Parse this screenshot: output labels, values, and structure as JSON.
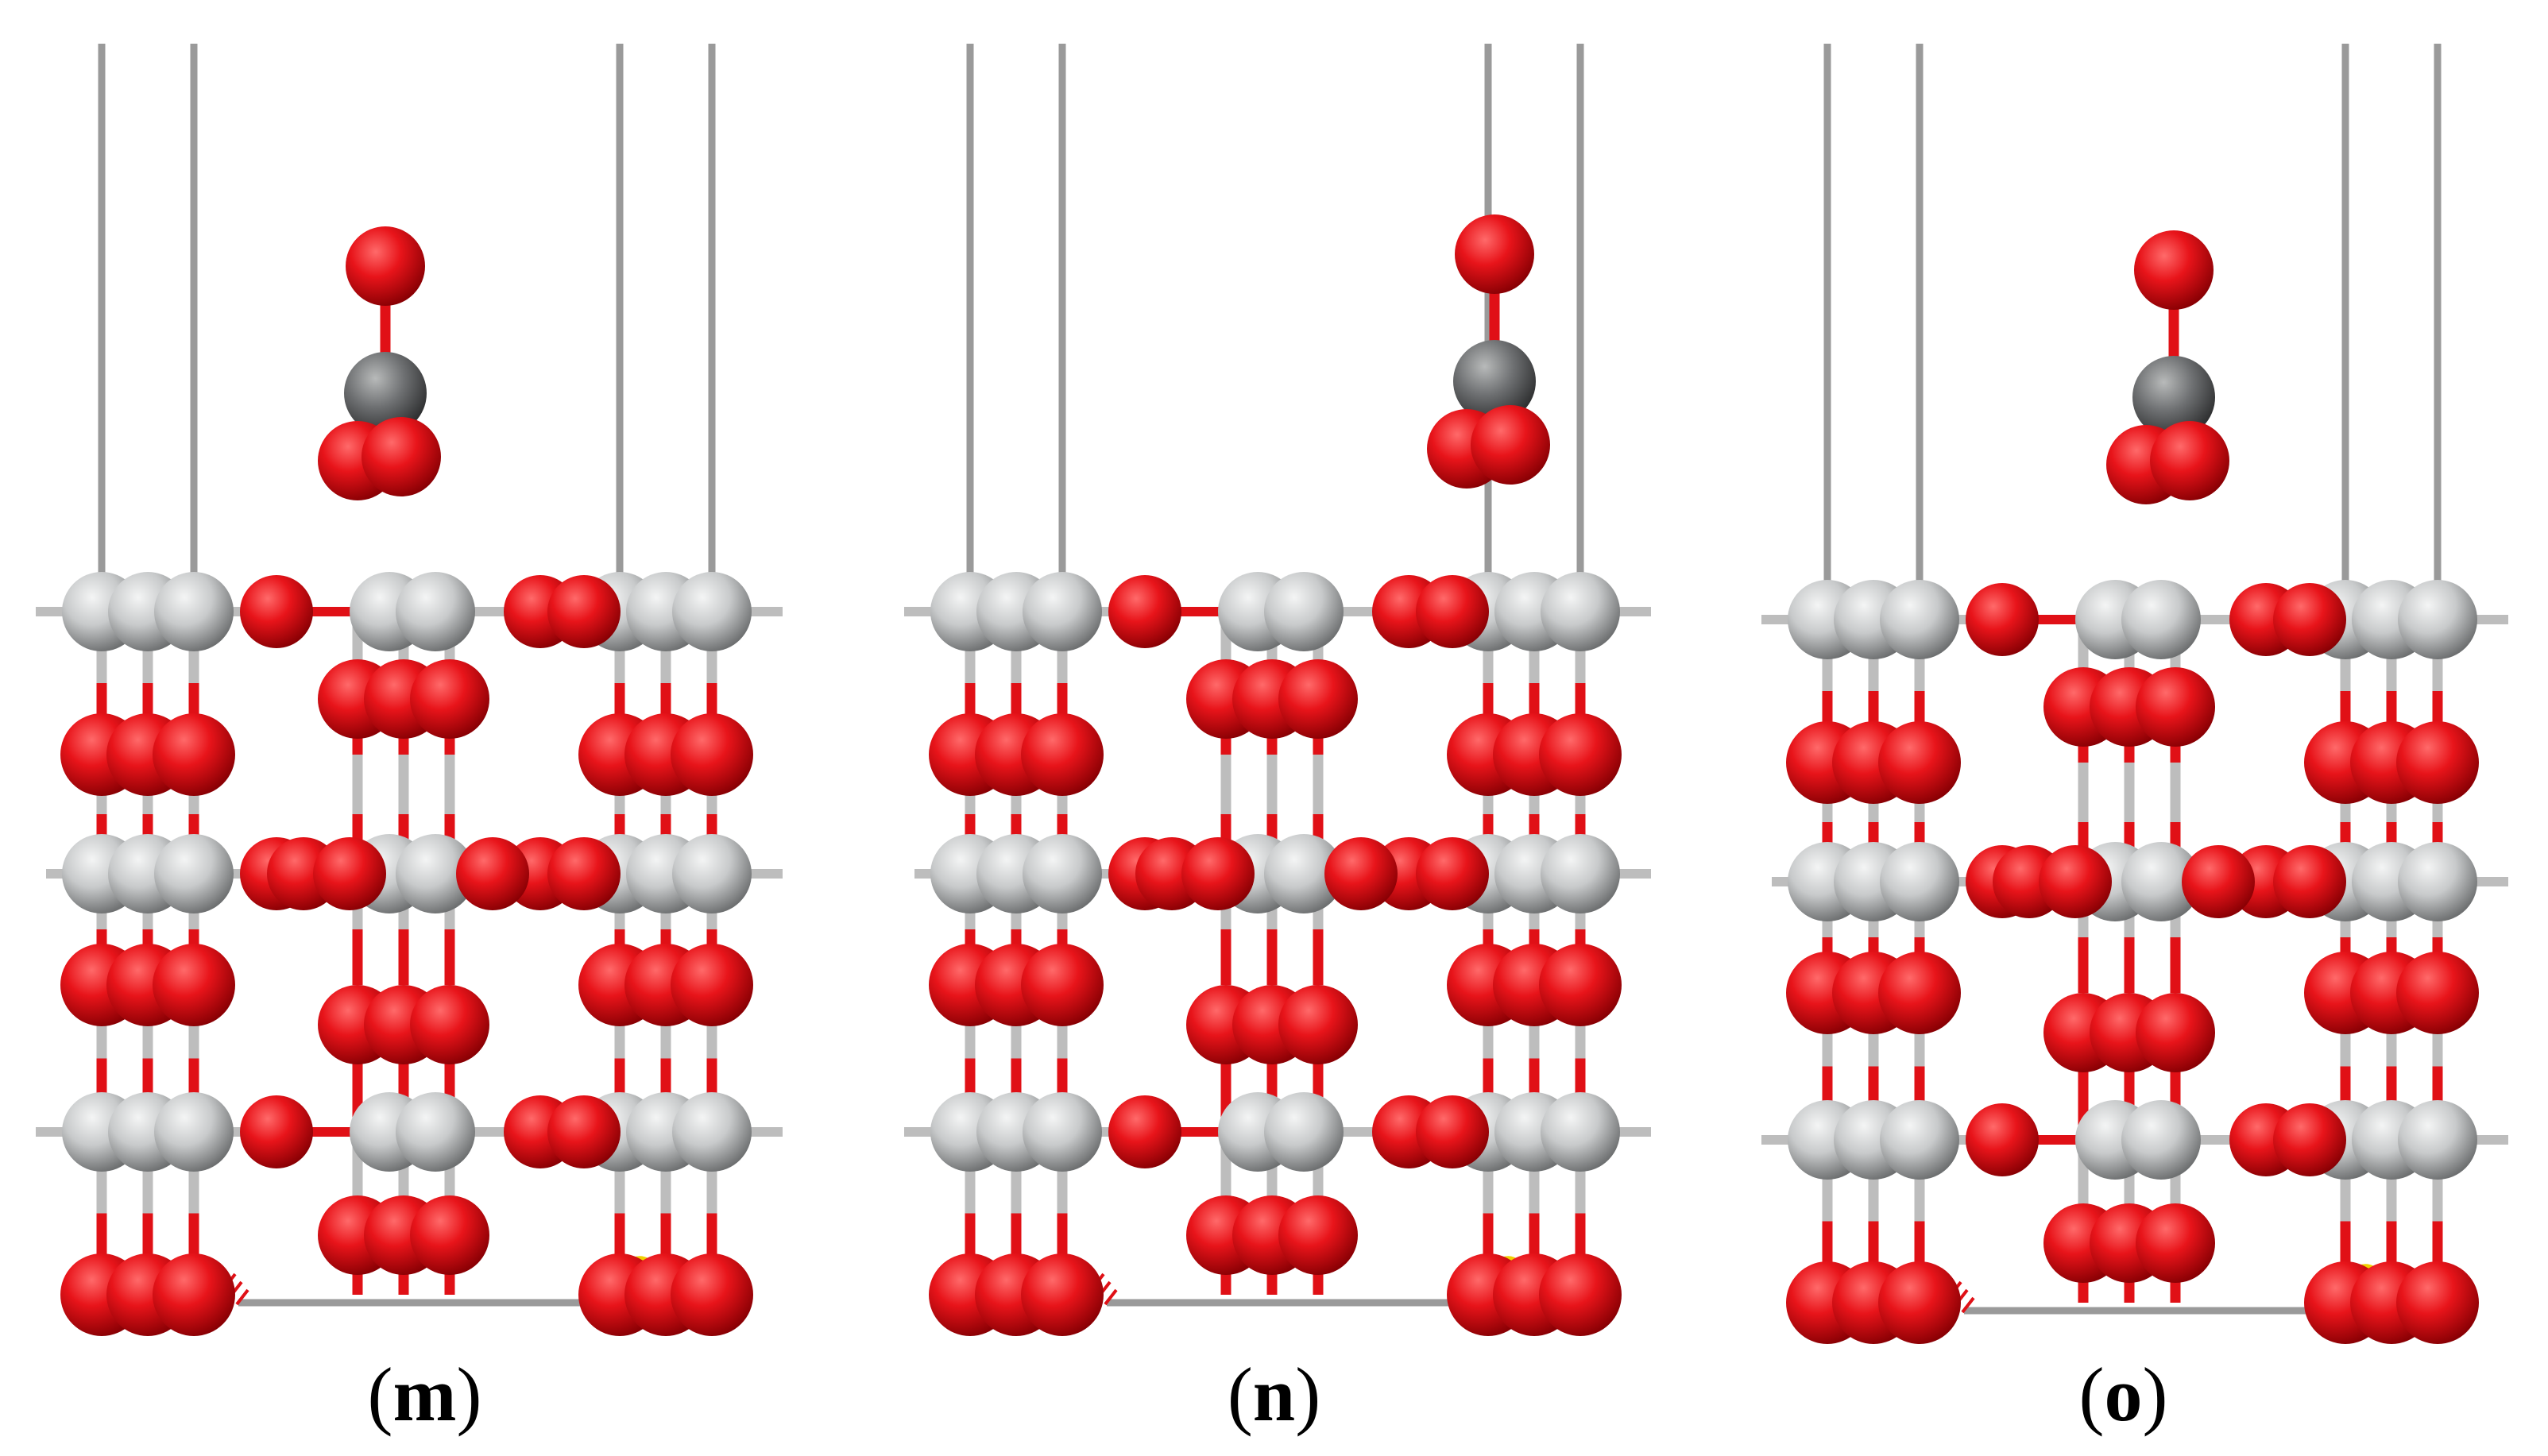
{
  "panels": [
    {
      "label": "m",
      "molecule": "CO3"
    },
    {
      "label": "n",
      "molecule": "CO3"
    },
    {
      "label": "o",
      "molecule": "CO3"
    }
  ],
  "colors": {
    "oxygen": "#e8141a",
    "oxygen_dark": "#8a0004",
    "metal": "#c8cacb",
    "metal_dark": "#6e7071",
    "carbon": "#6e7072",
    "bond_gray": "#a8a8a8",
    "bond_red": "#e01016",
    "cell_line": "#9a9a9a",
    "axis_yellow": "#f0d000"
  }
}
